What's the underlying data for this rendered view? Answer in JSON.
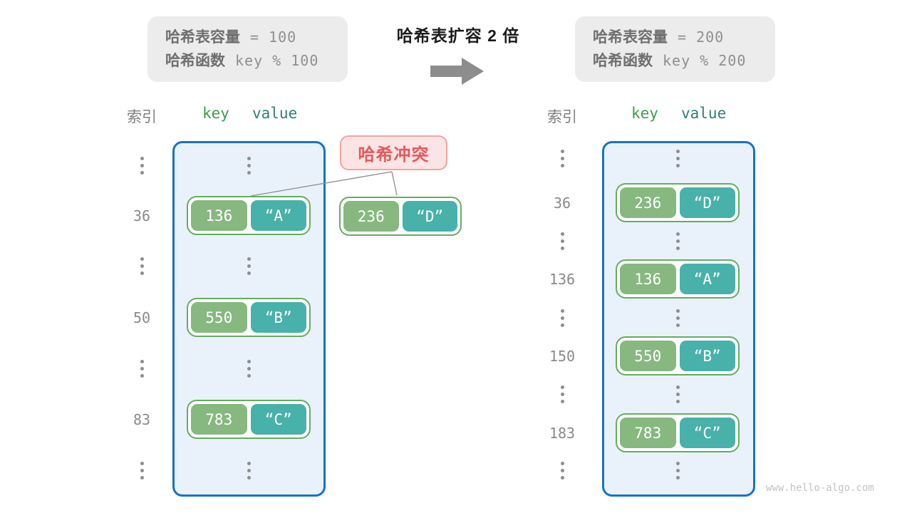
{
  "notes": {
    "left": {
      "capacity_label": "哈希表容量",
      "capacity_value": "= 100",
      "hash_label": "哈希函数",
      "hash_value": "key % 100"
    },
    "right": {
      "capacity_label": "哈希表容量",
      "capacity_value": "= 200",
      "hash_label": "哈希函数",
      "hash_value": "key % 200"
    }
  },
  "center": {
    "title": "哈希表扩容 2 倍",
    "arrow_icon": "right-arrow"
  },
  "conflict": {
    "label": "哈希冲突",
    "pair": {
      "key": "236",
      "value": "“D”"
    }
  },
  "left_table": {
    "index_header": "索引",
    "key_header": "key",
    "value_header": "value",
    "rows": [
      {
        "type": "dots"
      },
      {
        "type": "pair",
        "index": "36",
        "key": "136",
        "value": "“A”"
      },
      {
        "type": "dots"
      },
      {
        "type": "pair",
        "index": "50",
        "key": "550",
        "value": "“B”"
      },
      {
        "type": "dots"
      },
      {
        "type": "pair",
        "index": "83",
        "key": "783",
        "value": "“C”"
      },
      {
        "type": "dots"
      }
    ]
  },
  "right_table": {
    "index_header": "索引",
    "key_header": "key",
    "value_header": "value",
    "rows": [
      {
        "type": "dots"
      },
      {
        "type": "pair",
        "index": "36",
        "key": "236",
        "value": "“D”"
      },
      {
        "type": "dots"
      },
      {
        "type": "pair",
        "index": "136",
        "key": "136",
        "value": "“A”"
      },
      {
        "type": "dots"
      },
      {
        "type": "pair",
        "index": "150",
        "key": "550",
        "value": "“B”"
      },
      {
        "type": "dots"
      },
      {
        "type": "pair",
        "index": "183",
        "key": "783",
        "value": "“C”"
      },
      {
        "type": "dots"
      }
    ]
  },
  "watermark": "www.hello-algo.com",
  "colors": {
    "key_cell": "#86b880",
    "value_cell": "#48b1a9",
    "pair_border": "#66ad5e",
    "container_border": "#1573cb",
    "container_bg": "#e9f2fb",
    "key_header": "#3e9e4a",
    "value_header": "#2b8178",
    "conflict_text": "#e4595c",
    "conflict_bg": "#fce4e4",
    "note_bg": "#ececec",
    "gray_text": "#8a8a8a",
    "arrow": "#8d8d8d"
  }
}
